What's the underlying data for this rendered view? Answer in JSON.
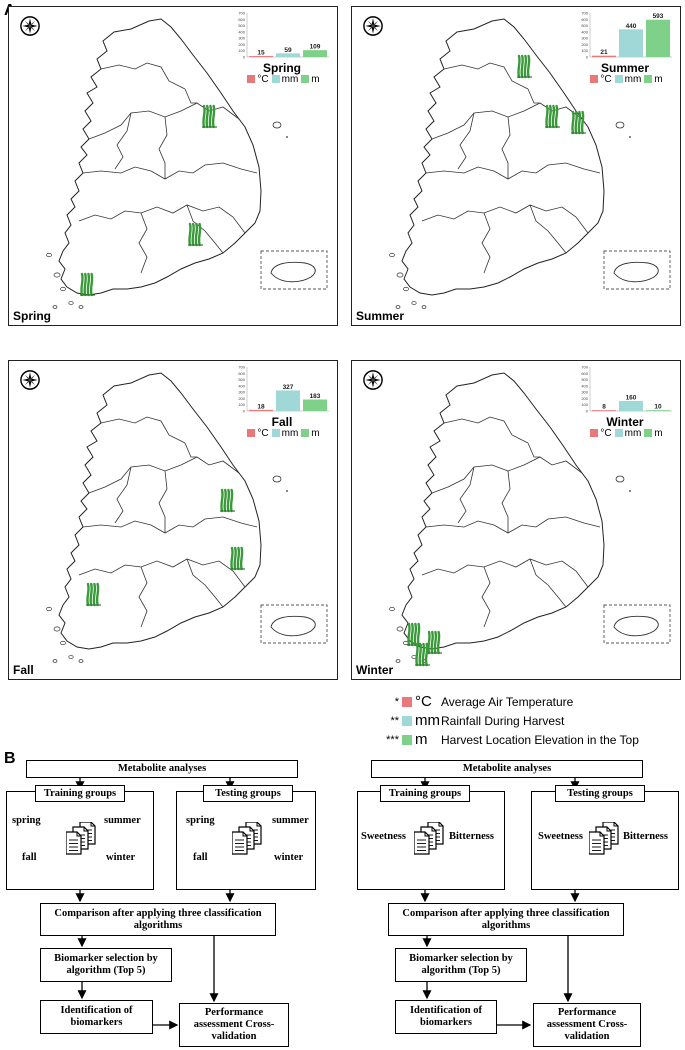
{
  "panel_a_label": "A",
  "panel_b_label": "B",
  "season_panels": [
    {
      "season": "Spring",
      "corner_label": "Spring",
      "temp": 15,
      "rain": 59,
      "elev": 109
    },
    {
      "season": "Summer",
      "corner_label": "Summer",
      "temp": 21,
      "rain": 440,
      "elev": 593
    },
    {
      "season": "Fall",
      "corner_label": "Fall",
      "temp": 18,
      "rain": 327,
      "elev": 183
    },
    {
      "season": "Winter",
      "corner_label": "Winter",
      "temp": 8,
      "rain": 160,
      "elev": 10
    }
  ],
  "chart_data": {
    "type": "bar",
    "categories": [
      "Spring",
      "Summer",
      "Fall",
      "Winter"
    ],
    "series": [
      {
        "name": "°C",
        "values": [
          15,
          21,
          18,
          8
        ]
      },
      {
        "name": "mm",
        "values": [
          59,
          440,
          327,
          160
        ]
      },
      {
        "name": "m",
        "values": [
          109,
          593,
          183,
          10
        ]
      }
    ],
    "yticks": [
      0,
      100,
      200,
      300,
      400,
      500,
      600,
      700
    ],
    "ylim": [
      0,
      700
    ]
  },
  "inset_legend": {
    "temp": "°C",
    "rain": "mm",
    "elev": "m"
  },
  "colors": {
    "temp": "#e8787a",
    "rain": "#9fd8d6",
    "elev": "#7fd18a",
    "plant": "#3a9a3a"
  },
  "legend": [
    {
      "stars": "*",
      "unit": "°C",
      "label": "Average Air Temperature"
    },
    {
      "stars": "**",
      "unit": "mm",
      "label": "Rainfall During Harvest"
    },
    {
      "stars": "***",
      "unit": "m",
      "label": "Harvest Location Elevation in the Top"
    }
  ],
  "flow_left": {
    "top": "Metabolite analyses",
    "training": "Training groups",
    "testing": "Testing groups",
    "train_labels": [
      "spring",
      "summer",
      "fall",
      "winter"
    ],
    "test_labels": [
      "spring",
      "summer",
      "fall",
      "winter"
    ],
    "comparison": "Comparison after applying three classification algorithms",
    "biomarker": "Biomarker selection by algorithm (Top 5)",
    "identification": "Identification of biomarkers",
    "performance": "Performance assessment Cross-validation"
  },
  "flow_right": {
    "top": "Metabolite analyses",
    "training": "Training groups",
    "testing": "Testing groups",
    "train_labels": [
      "Sweetness",
      "Bitterness"
    ],
    "test_labels": [
      "Sweetness",
      "Bitterness"
    ],
    "comparison": "Comparison after applying three classification algorithms",
    "biomarker": "Biomarker selection by algorithm (Top 5)",
    "identification": "Identification of biomarkers",
    "performance": "Performance assessment Cross-validation"
  }
}
